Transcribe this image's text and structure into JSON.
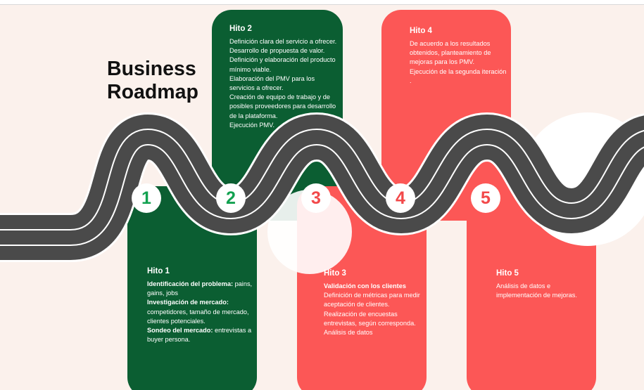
{
  "title": {
    "line1": "Business",
    "line2": "Roadmap"
  },
  "colors": {
    "green": "#0b5e32",
    "red": "#fc5756",
    "road": "#4a4a4a",
    "background": "#fbf1ec"
  },
  "milestones": [
    {
      "number": "1",
      "title": "Hito 1",
      "lines": [
        {
          "bold": "Identificación del problema:",
          "text": " pains, gains, jobs"
        },
        {
          "bold": "Investigación de mercado:",
          "text": " competidores, tamaño de mercado, clientes potenciales."
        },
        {
          "bold": "Sondeo del mercado:",
          "text": " entrevistas a buyer persona."
        }
      ]
    },
    {
      "number": "2",
      "title": "Hito 2",
      "lines": [
        {
          "bold": "",
          "text": "Definición clara del servicio a ofrecer."
        },
        {
          "bold": "",
          "text": "Desarrollo de propuesta de valor."
        },
        {
          "bold": "",
          "text": "Definición y elaboración del producto mínimo viable."
        },
        {
          "bold": "",
          "text": "Elaboración del PMV para los servicios a ofrecer."
        },
        {
          "bold": "",
          "text": "Creación de equipo de trabajo y de posibles proveedores para desarrollo de la plataforma."
        },
        {
          "bold": "",
          "text": "Ejecución PMV."
        }
      ]
    },
    {
      "number": "3",
      "title": "Hito 3",
      "lines": [
        {
          "bold": "Validación con los clientes",
          "text": ""
        },
        {
          "bold": "",
          "text": "Definición de métricas para medir aceptación de clientes."
        },
        {
          "bold": "",
          "text": "Realización de encuestas entrevistas, según corresponda."
        },
        {
          "bold": "",
          "text": "Análisis de datos"
        }
      ]
    },
    {
      "number": "4",
      "title": "Hito 4",
      "lines": [
        {
          "bold": "",
          "text": "De acuerdo a los resultados obtenidos, planteamiento de mejoras para los PMV."
        },
        {
          "bold": "",
          "text": "Ejecución de la segunda iteración ."
        }
      ]
    },
    {
      "number": "5",
      "title": "Hito 5",
      "lines": [
        {
          "bold": "",
          "text": "Análisis de datos e implementación de mejoras."
        }
      ]
    }
  ]
}
